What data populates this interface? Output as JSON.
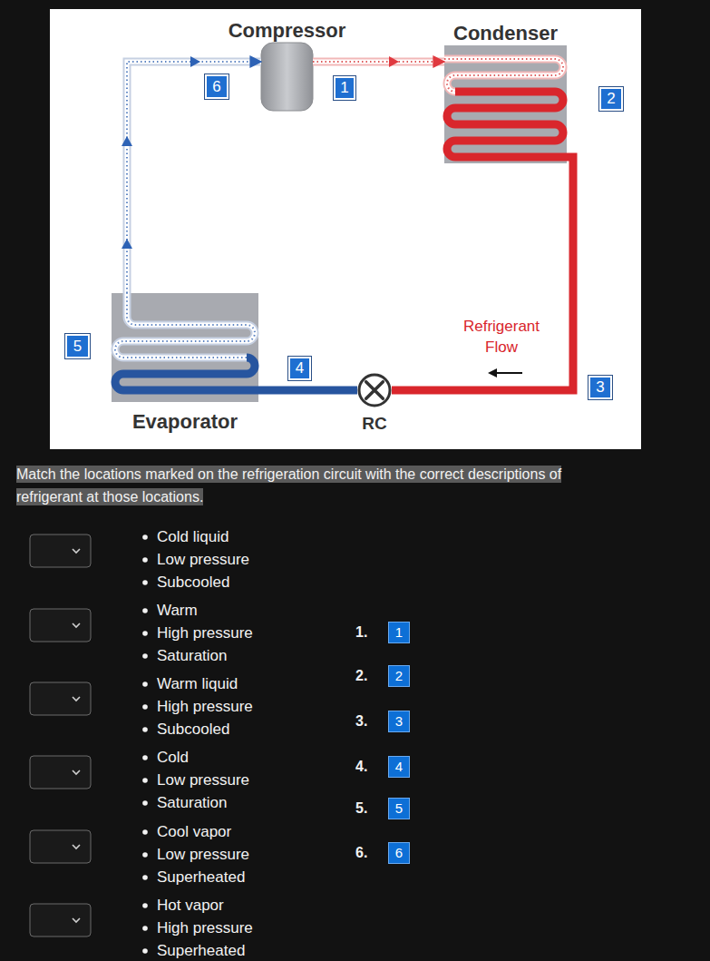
{
  "diagram": {
    "nodes": [
      {
        "text": [
          "Compressor"
        ]
      },
      {
        "text": [
          "Condenser"
        ]
      },
      {
        "text": [
          "Evaporator"
        ]
      },
      {
        "text": [
          "RC"
        ]
      }
    ],
    "edges": [
      {
        "from": 0,
        "to": 1,
        "arrow": "to"
      },
      {
        "from": 1,
        "to": 3,
        "arrow": "none"
      },
      {
        "from": 3,
        "to": 2,
        "arrow": "none"
      },
      {
        "from": 2,
        "to": 0,
        "arrow": "to"
      }
    ],
    "labels": [
      "1",
      "2",
      "3",
      "4",
      "5",
      "6",
      "Refrigerant Flow",
      "Match the locations marked on the refrigeration circuit with the correct descriptions of refrigerant at those locations.",
      "Cold liquid",
      "Low pressure",
      "Subcooled",
      "Warm",
      "High pressure",
      "Saturation",
      "Warm liquid",
      "High pressure",
      "Subcooled",
      "Cold",
      "Low pressure",
      "Saturation",
      "Cool vapor",
      "Low pressure",
      "Superheated",
      "Hot vapor",
      "High pressure",
      "Superheated",
      "1.",
      "1",
      "2.",
      "2",
      "3.",
      "3",
      "4.",
      "4",
      "5.",
      "5",
      "6.",
      "6"
    ]
  }
}
